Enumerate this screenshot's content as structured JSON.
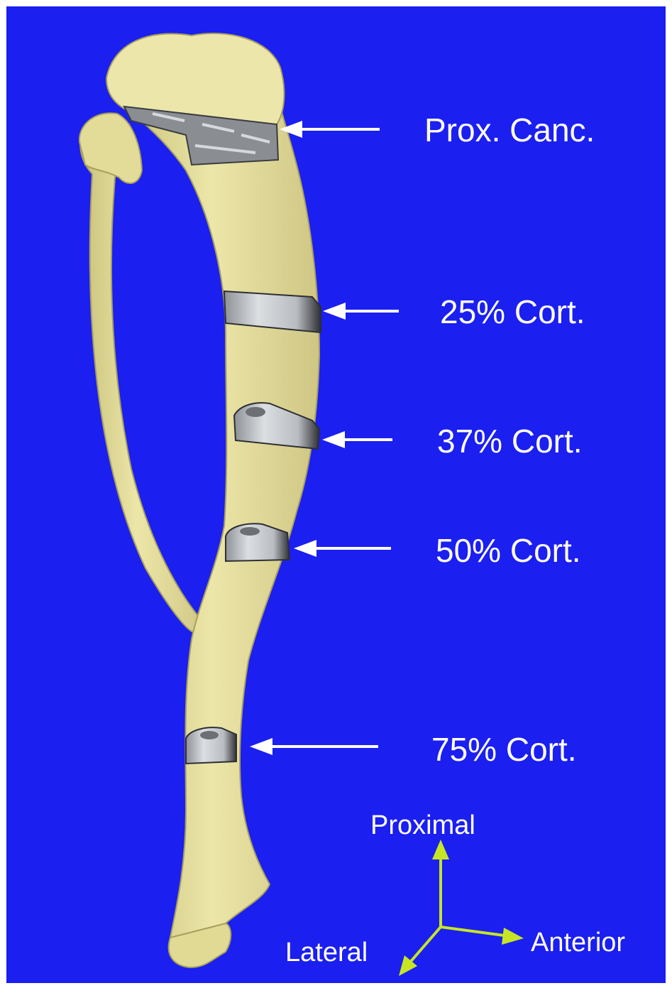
{
  "colors": {
    "background": "#1b1ff0",
    "border": "#ffffff",
    "bone": "#e4df98",
    "bone_shadow": "#b8b064",
    "section_metal": "#b9bcc0",
    "section_dark": "#3a3c40",
    "arrow": "#ffffff",
    "axis": "#c6e624"
  },
  "labels": {
    "prox_canc": "Prox. Canc.",
    "cort_25": "25% Cort.",
    "cort_37": "37% Cort.",
    "cort_50": "50% Cort.",
    "cort_75": "75% Cort."
  },
  "axes": {
    "proximal": "Proximal",
    "anterior": "Anterior",
    "lateral": "Lateral"
  },
  "icons": {
    "bone": "tibiofibula-bone-render",
    "section": "bone-cross-section-slice",
    "arrow": "left-pointing-arrow",
    "axis": "orientation-axes"
  }
}
